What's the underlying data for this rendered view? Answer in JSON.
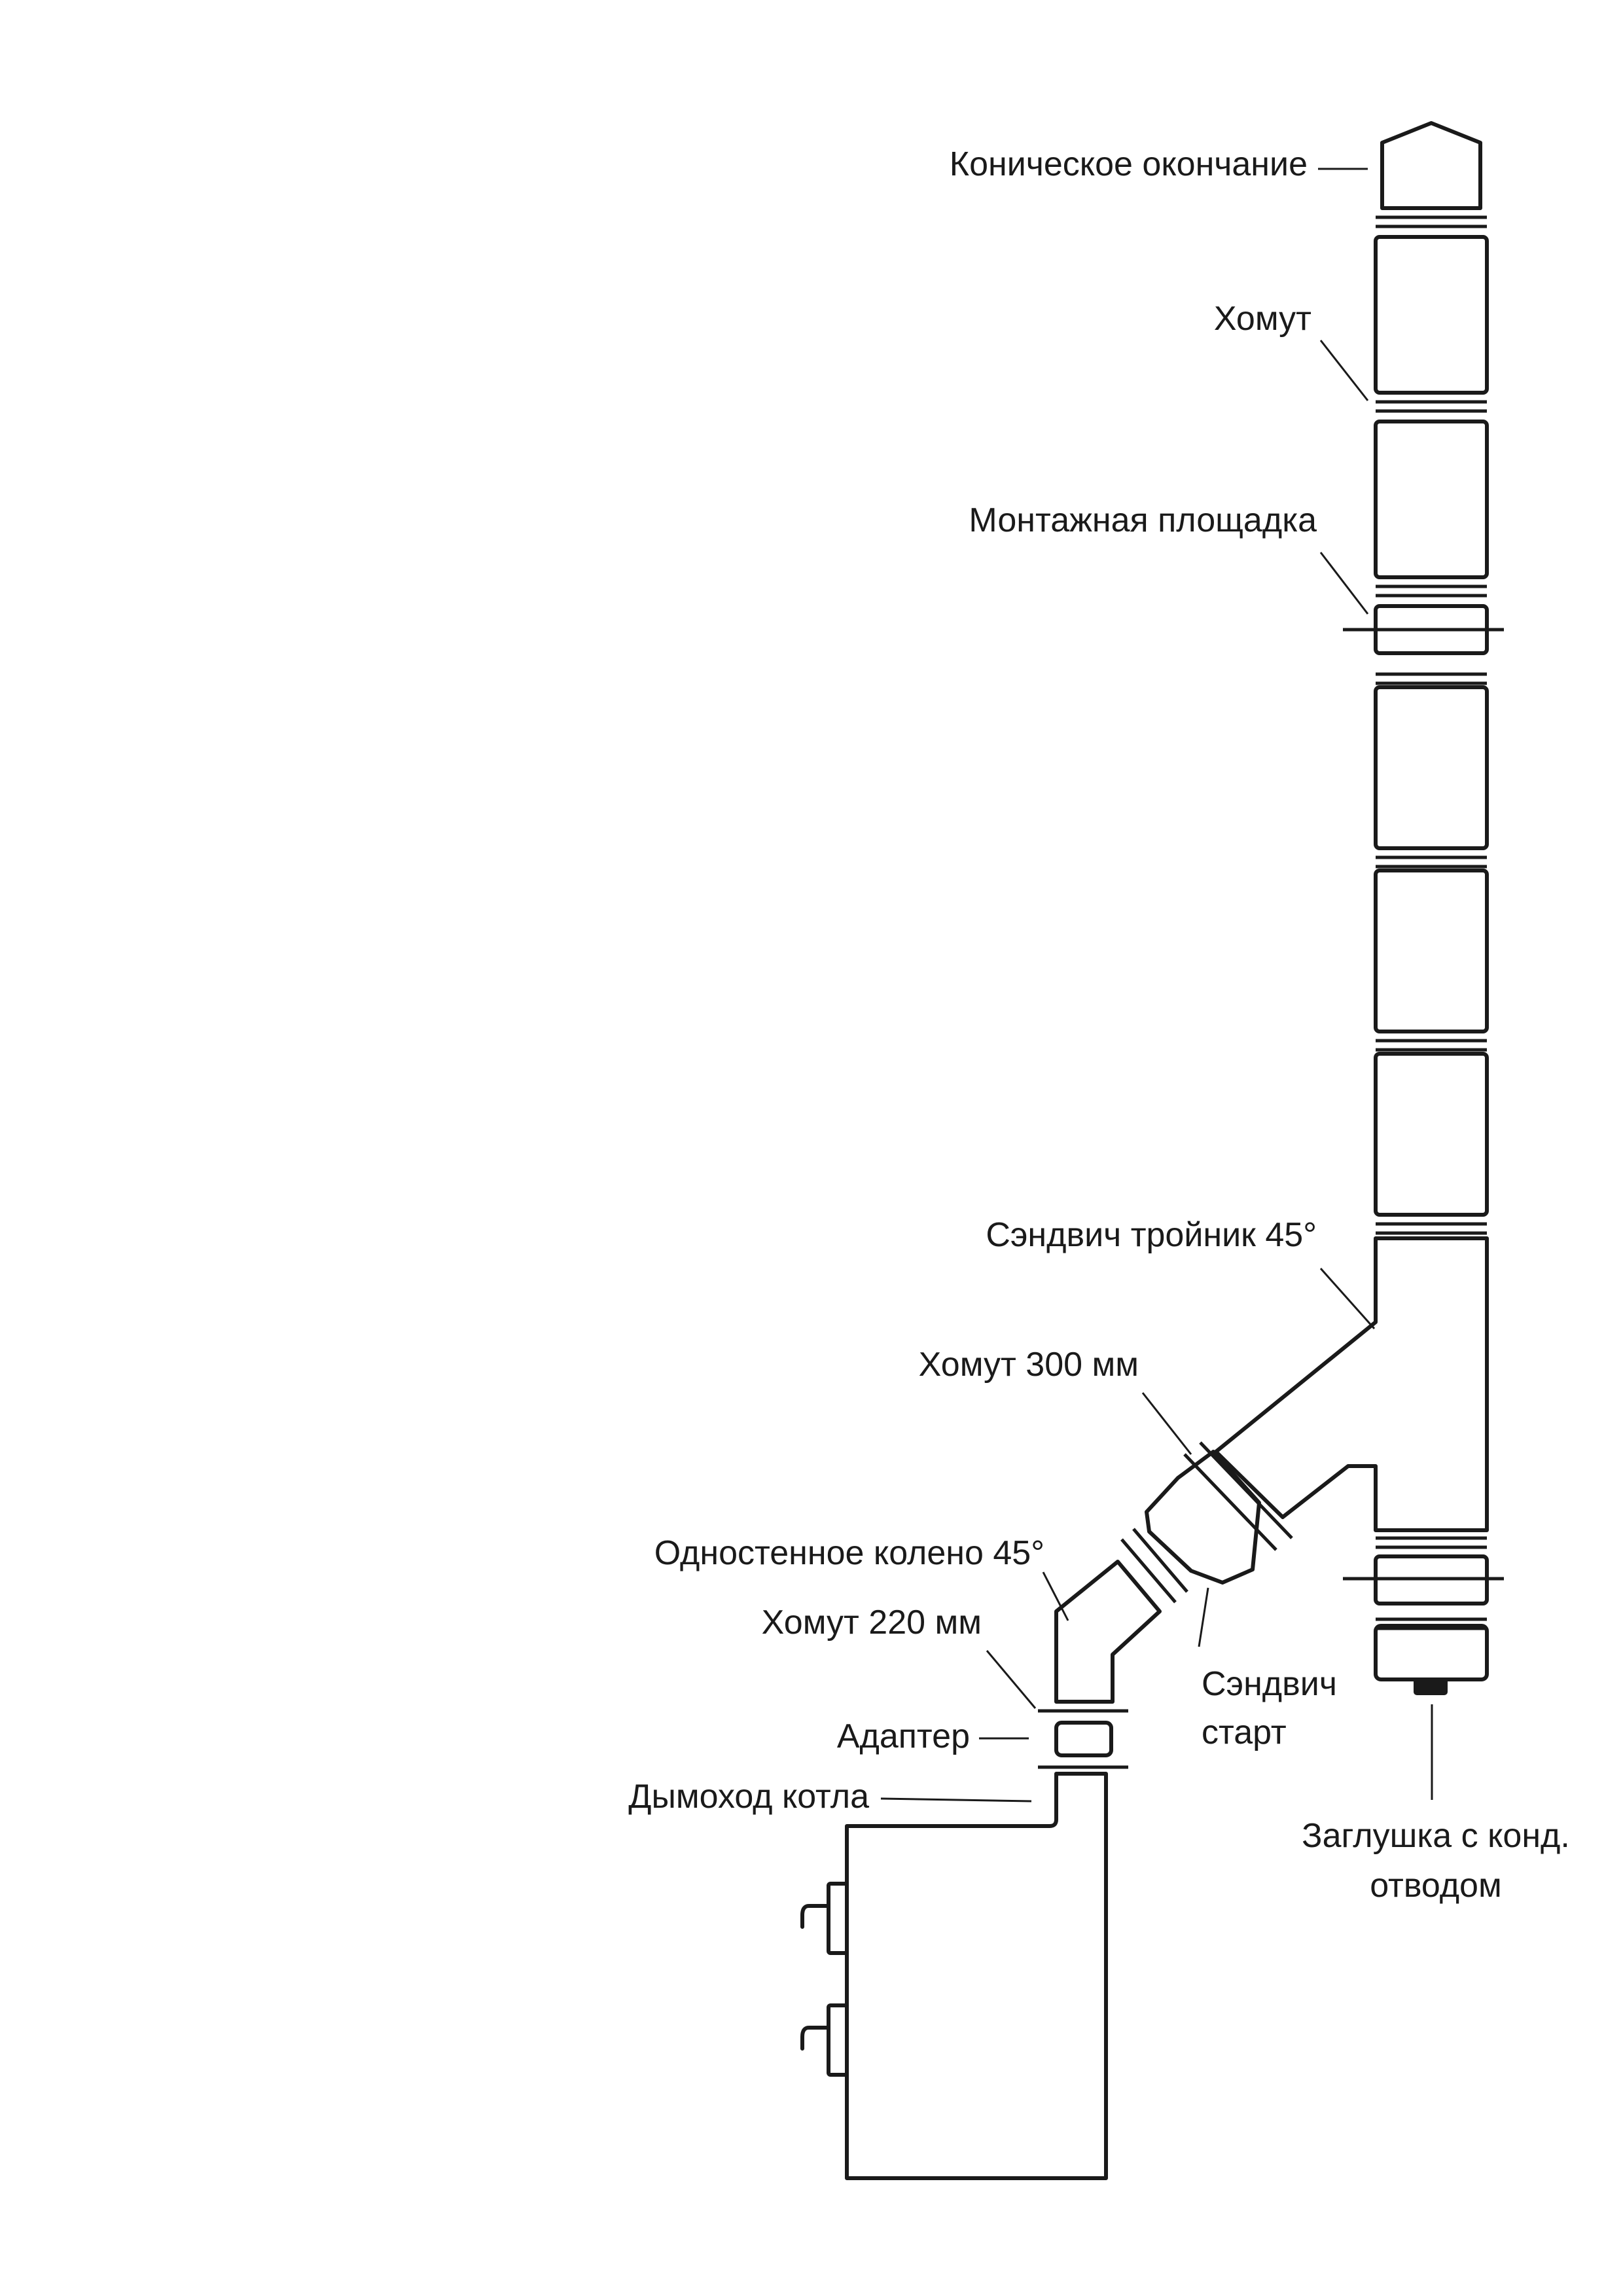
{
  "labels": {
    "conical_cap": "Коническое окончание",
    "clamp_top": "Хомут",
    "mounting_platform": "Монтажная площадка",
    "sandwich_tee": "Сэндвич тройник 45°",
    "clamp_300": "Хомут 300 мм",
    "single_wall_elbow": "Одностенное колено 45°",
    "clamp_220": "Хомут 220 мм",
    "adapter": "Адаптер",
    "boiler_flue": "Дымоход котла",
    "sandwich_start_1": "Сэндвич",
    "sandwich_start_2": "старт",
    "cap_condensate_1": "Заглушка с конд.",
    "cap_condensate_2": "отводом"
  },
  "colors": {
    "line": "#1a1a1a",
    "background": "#ffffff"
  }
}
